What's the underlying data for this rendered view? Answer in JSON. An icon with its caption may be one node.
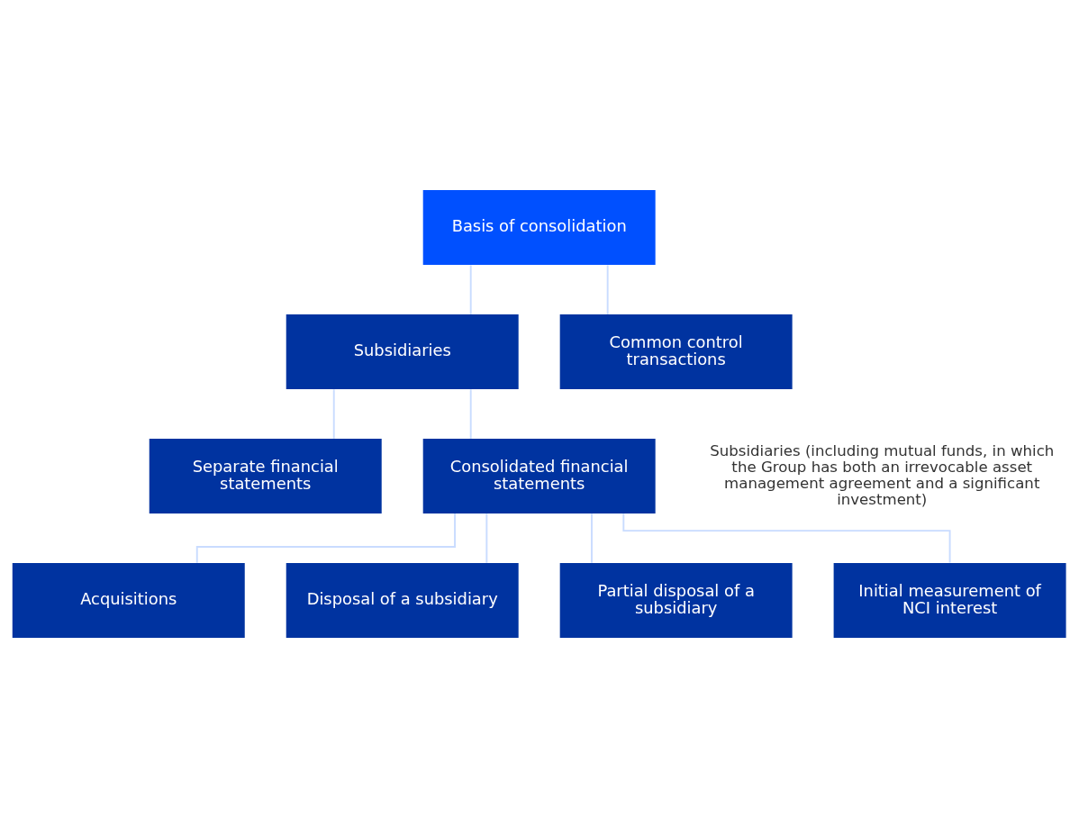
{
  "diagram": {
    "nodes": [
      {
        "text": [
          "Basis of consolidation"
        ]
      },
      {
        "text": [
          "Subsidiaries"
        ]
      },
      {
        "text": [
          "Common control transactions"
        ]
      },
      {
        "text": [
          "Separate financial statements"
        ]
      },
      {
        "text": [
          "Consolidated financial statements"
        ]
      },
      {
        "text": [
          "Acquisitions"
        ]
      },
      {
        "text": [
          "Disposal of a subsidiary"
        ]
      },
      {
        "text": [
          "Partial disposal of a subsidiary"
        ]
      },
      {
        "text": [
          "Initial measurement of NCI interest"
        ]
      }
    ],
    "edges": [
      {
        "from": 0,
        "to": 1,
        "arrow": "none"
      },
      {
        "from": 0,
        "to": 2,
        "arrow": "none"
      },
      {
        "from": 1,
        "to": 3,
        "arrow": "none"
      },
      {
        "from": 1,
        "to": 4,
        "arrow": "none"
      },
      {
        "from": 4,
        "to": 5,
        "arrow": "none"
      },
      {
        "from": 4,
        "to": 6,
        "arrow": "none"
      },
      {
        "from": 4,
        "to": 7,
        "arrow": "none"
      },
      {
        "from": 4,
        "to": 8,
        "arrow": "none"
      }
    ],
    "labels": [
      "Subsidiaries (including mutual funds, in which the Group has both an irrevocable asset management agreement and a significant investment)"
    ]
  }
}
